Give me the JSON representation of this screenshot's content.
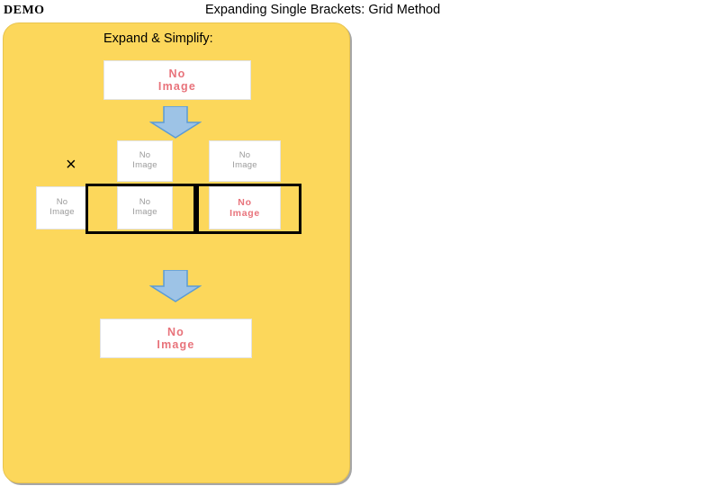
{
  "badge": {
    "label": "DEMO"
  },
  "header": {
    "title": "Expanding Single Brackets: Grid Method"
  },
  "panel": {
    "instruction": "Expand & Simplify:",
    "placeholders": {
      "expression_top": "No\nImage",
      "expression_bottom": "No\nImage",
      "grid_cell_b": "No\nImage",
      "grid_cell_c": "No\nImage",
      "grid_cell_a": "No\nImage",
      "grid_cell_ab": "No\nImage",
      "grid_cell_ac": "No\nImage"
    },
    "multiply_symbol": "×",
    "colors": {
      "panel_background": "#fcd75b",
      "placeholder_text_red": "#e8737b",
      "placeholder_text_grey": "#9b9b9b",
      "arrow_fill": "#9dc3e6",
      "arrow_stroke": "#5b9bd5",
      "grid_outline": "#000000"
    }
  }
}
